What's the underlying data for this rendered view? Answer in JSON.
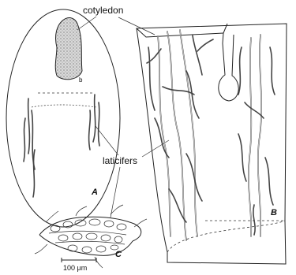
{
  "labels": {
    "cotyledon": "cotyledon",
    "laticifers": "laticifers",
    "b": "b",
    "panel_a": "A",
    "panel_b": "B",
    "panel_c": "C",
    "scale": "100 μm"
  }
}
